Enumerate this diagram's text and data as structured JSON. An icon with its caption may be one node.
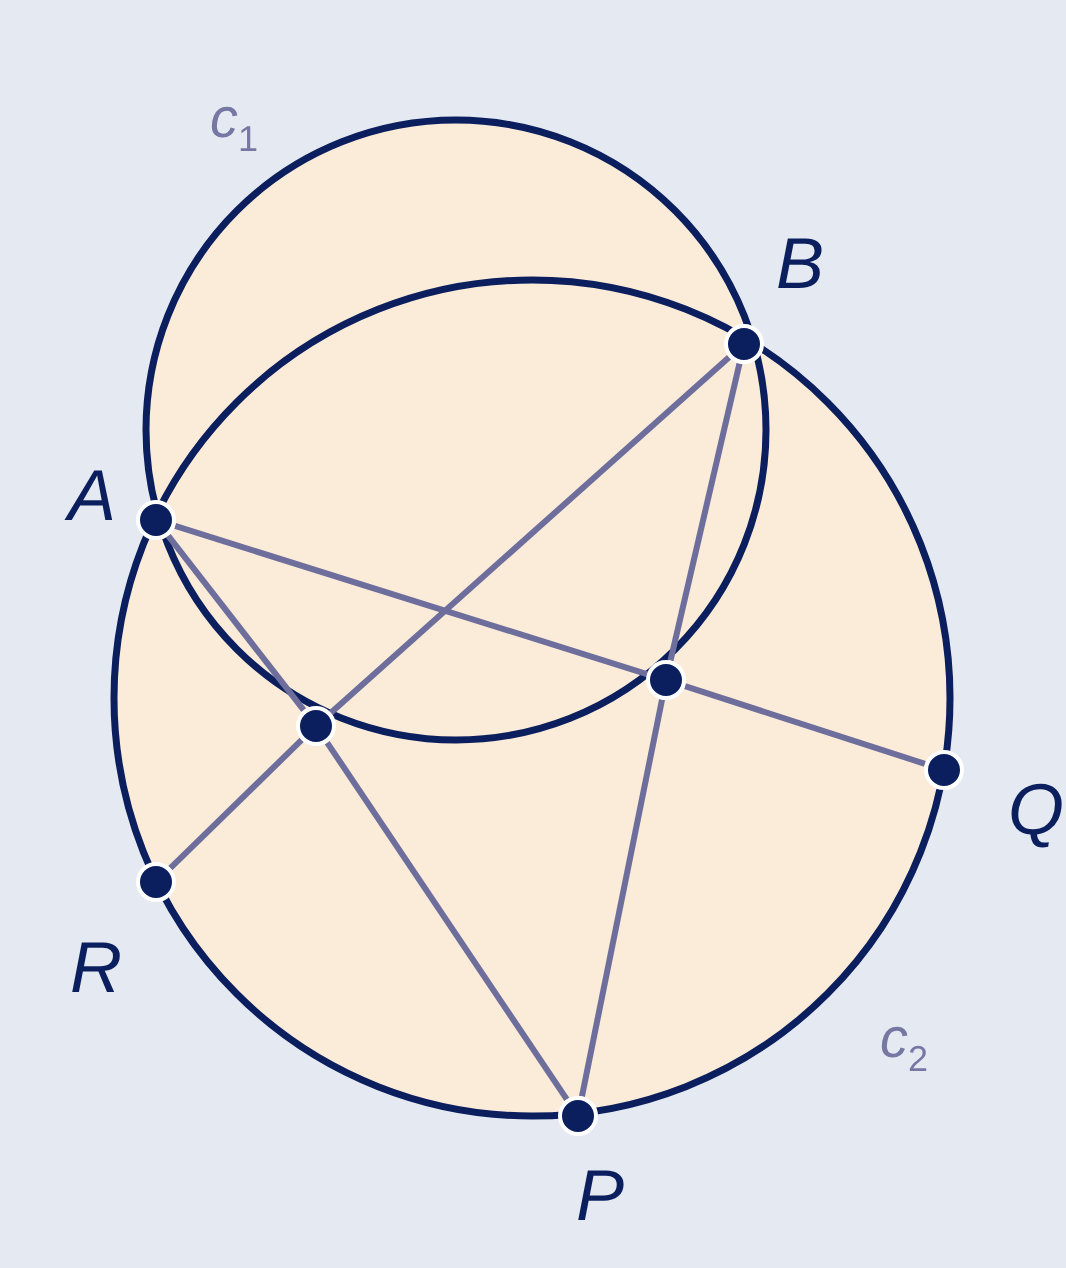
{
  "diagram": {
    "nodes": [
      {
        "text": [],
        "shape": "circle",
        "beside": [
          "A"
        ]
      },
      {
        "text": [],
        "shape": "circle",
        "beside": [
          "B"
        ]
      },
      {
        "text": [],
        "shape": "circle"
      },
      {
        "text": [],
        "shape": "circle"
      },
      {
        "text": [],
        "shape": "circle",
        "beside": [
          "Q"
        ]
      },
      {
        "text": [],
        "shape": "circle",
        "beside": [
          "R"
        ]
      },
      {
        "text": [],
        "shape": "circle",
        "beside": [
          "P"
        ]
      }
    ],
    "edges": [
      {
        "from": 0,
        "to": 2,
        "arrow": "none"
      },
      {
        "from": 2,
        "to": 6,
        "arrow": "none"
      },
      {
        "from": 1,
        "to": 2,
        "arrow": "none"
      },
      {
        "from": 2,
        "to": 5,
        "arrow": "none"
      },
      {
        "from": 0,
        "to": 3,
        "arrow": "none"
      },
      {
        "from": 3,
        "to": 4,
        "arrow": "none"
      },
      {
        "from": 1,
        "to": 3,
        "arrow": "none"
      },
      {
        "from": 3,
        "to": 6,
        "arrow": "none"
      }
    ],
    "labels": [
      "*c*$_{1}$",
      "*c*$_{2}$"
    ]
  }
}
